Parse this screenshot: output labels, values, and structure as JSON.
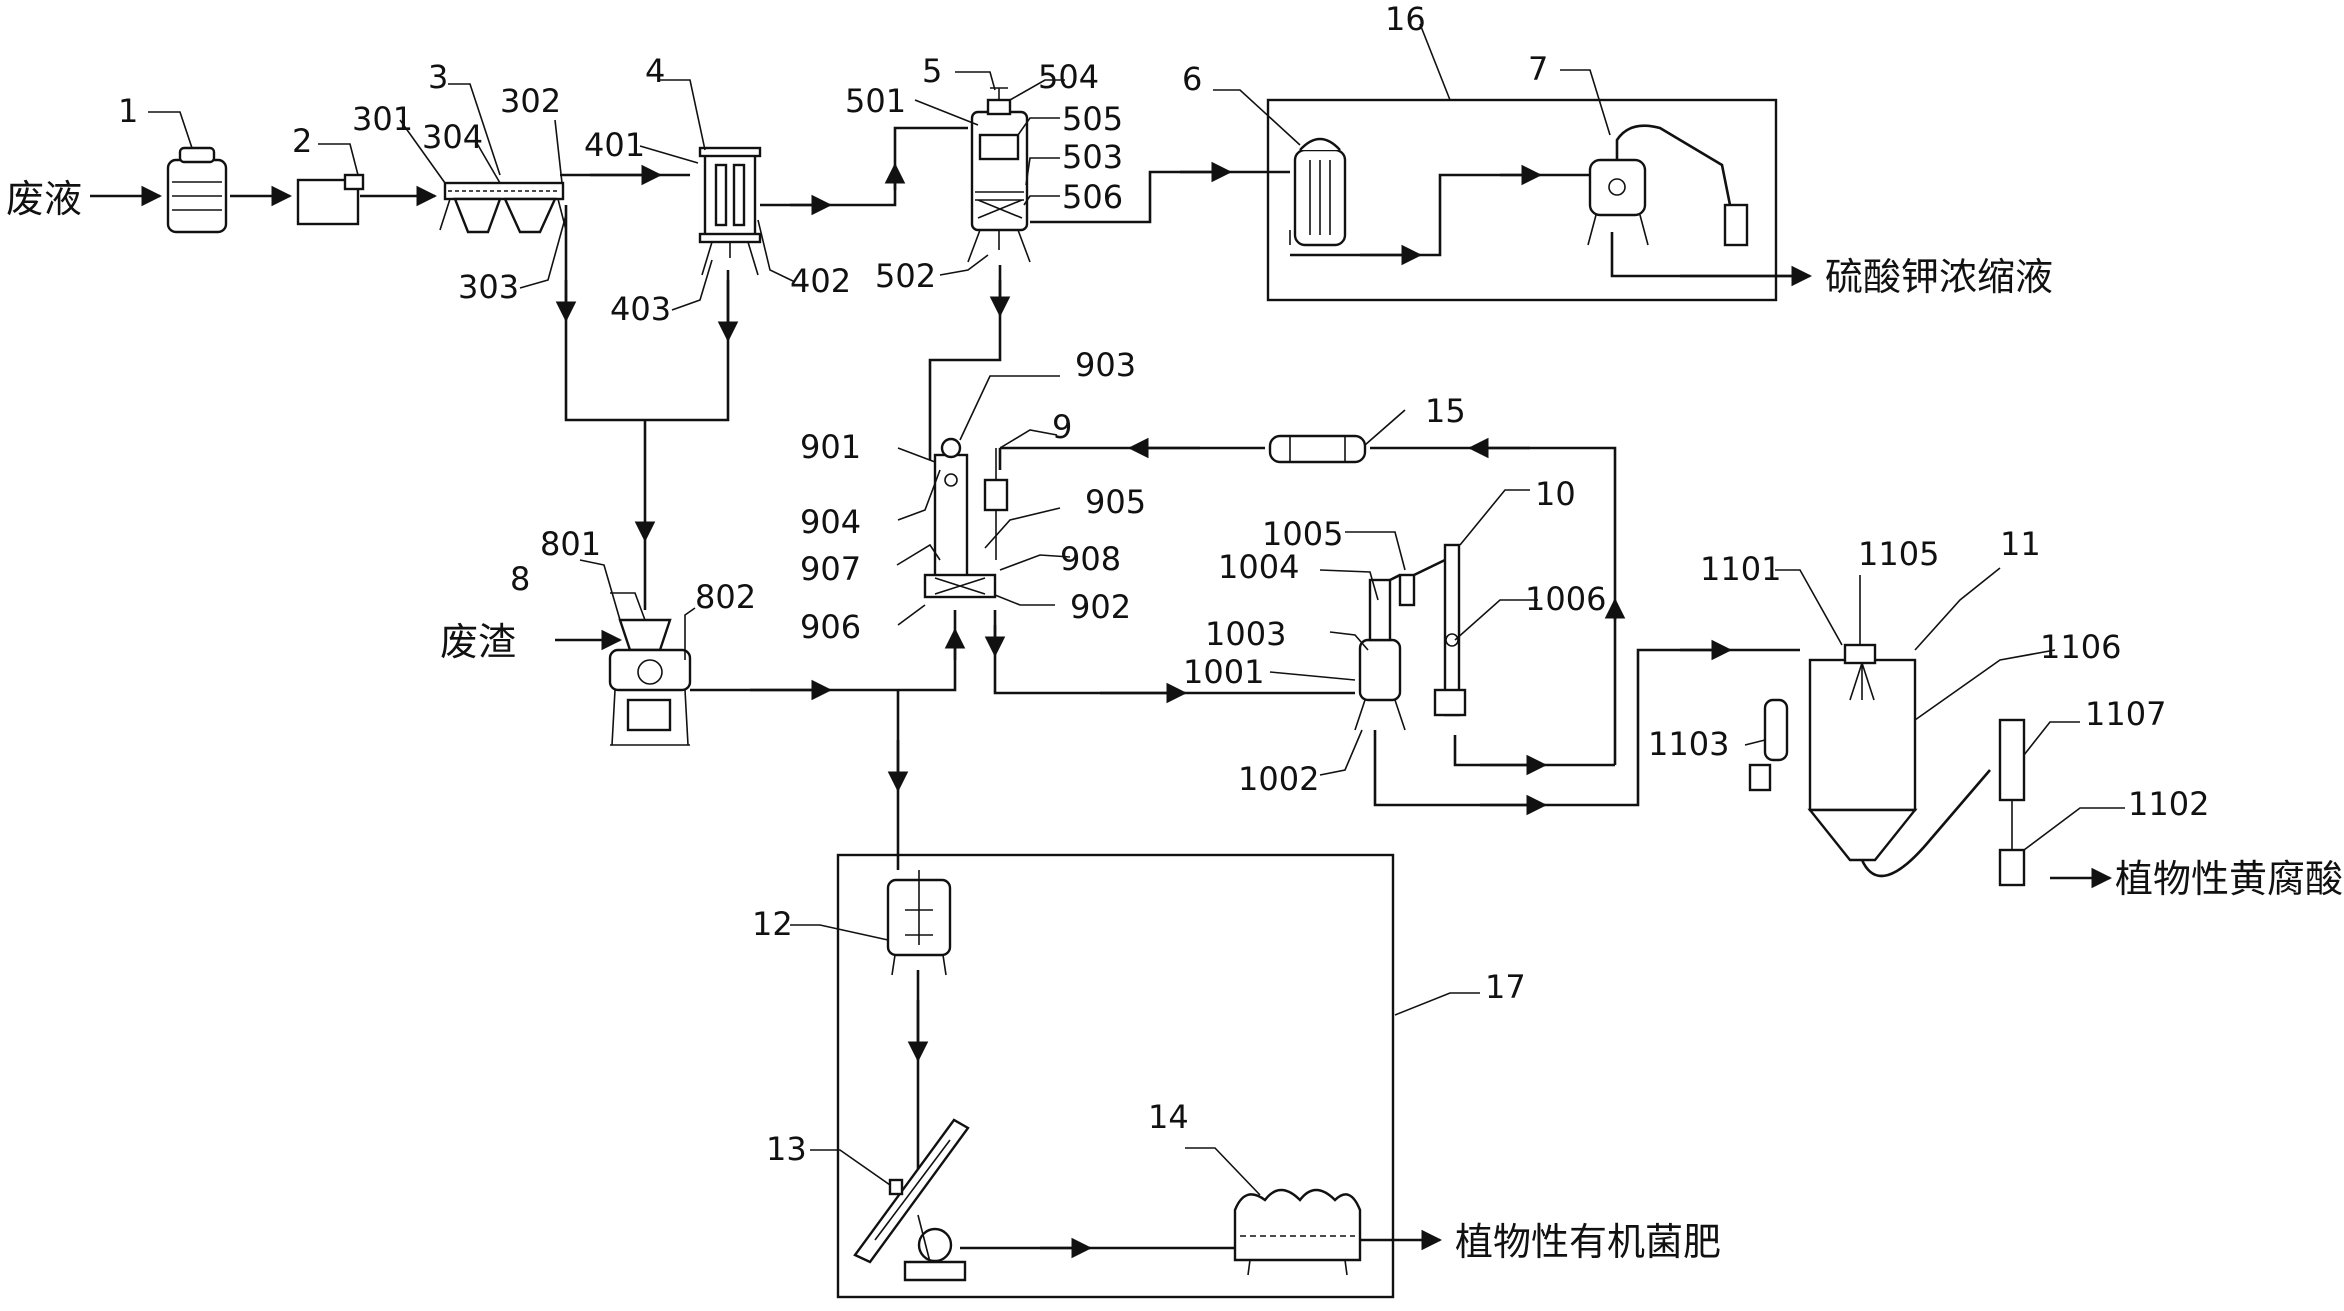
{
  "inputs": {
    "waste_liquid": "废液",
    "waste_residue": "废渣"
  },
  "outputs": {
    "potassium_sulfate": "硫酸钾浓缩液",
    "fulvic_acid": "植物性黄腐酸",
    "organic_fertilizer": "植物性有机菌肥"
  },
  "labels": {
    "n1": "1",
    "n2": "2",
    "n3": "3",
    "n301": "301",
    "n302": "302",
    "n303": "303",
    "n304": "304",
    "n4": "4",
    "n401": "401",
    "n402": "402",
    "n403": "403",
    "n5": "5",
    "n501": "501",
    "n502": "502",
    "n503": "503",
    "n504": "504",
    "n505": "505",
    "n506": "506",
    "n6": "6",
    "n7": "7",
    "n16": "16",
    "n8": "8",
    "n801": "801",
    "n802": "802",
    "n9": "9",
    "n901": "901",
    "n902": "902",
    "n903": "903",
    "n904": "904",
    "n905": "905",
    "n906": "906",
    "n907": "907",
    "n908": "908",
    "n15": "15",
    "n10": "10",
    "n1001": "1001",
    "n1002": "1002",
    "n1003": "1003",
    "n1004": "1004",
    "n1005": "1005",
    "n1006": "1006",
    "n11": "11",
    "n1101": "1101",
    "n1102": "1102",
    "n1103": "1103",
    "n1105": "1105",
    "n1106": "1106",
    "n1107": "1107",
    "n12": "12",
    "n13": "13",
    "n14": "14",
    "n17": "17"
  }
}
